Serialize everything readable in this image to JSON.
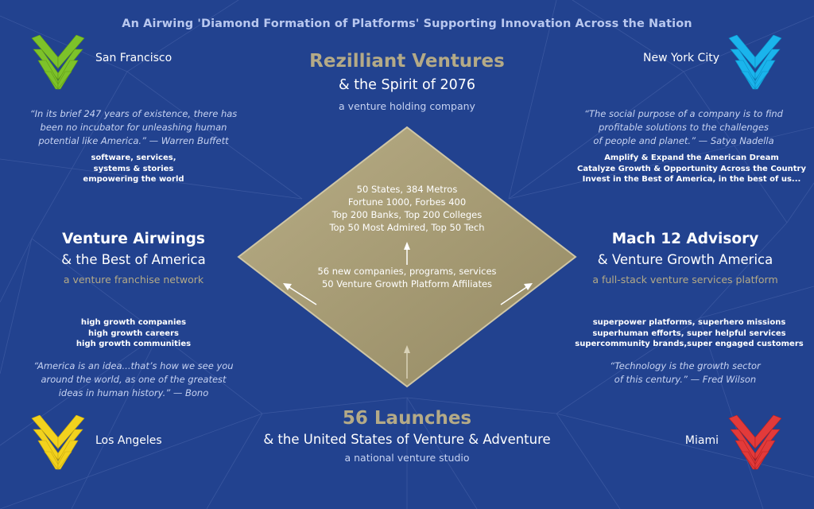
{
  "tagline": "An Airwing 'Diamond Formation of Platforms' Supporting Innovation Across the Nation",
  "top": {
    "title": "Rezilliant Ventures",
    "subtitle": "& the Spirit of 2076",
    "description": "a venture holding company"
  },
  "left": {
    "title": "Venture Airwings",
    "subtitle": "& the Best of America",
    "description": "a venture franchise network"
  },
  "right": {
    "title": "Mach 12 Advisory",
    "subtitle": "& Venture Growth America",
    "description": "a full-stack venture services platform"
  },
  "bottom": {
    "title": "56 Launches",
    "subtitle": "& the United States of Venture & Adventure",
    "description": "a national venture studio"
  },
  "cities": {
    "sf": "San Francisco",
    "nyc": "New York City",
    "la": "Los Angeles",
    "miami": "Miami"
  },
  "quotes": {
    "buffett": [
      "“In its brief 247 years of existence, there has",
      "been no incubator for unleashing human",
      "potential like America.” — Warren Buffett"
    ],
    "nadella": [
      "“The social purpose of a company is to find",
      "profitable solutions to the challenges",
      "of people and planet.” — Satya Nadella"
    ],
    "bono": [
      "“America is an idea...that’s how we see you",
      "around the world, as one of the greatest",
      "ideas in human history.” — Bono"
    ],
    "wilson": [
      "“Technology is the growth sector",
      "of this century.” — Fred Wilson"
    ]
  },
  "notes": {
    "software": [
      "software, services,",
      "systems & stories",
      "empowering the world"
    ],
    "american_dream": [
      "Amplify & Expand the American Dream",
      "Catalyze Growth & Opportunity Across the Country",
      "Invest in the Best of America, in the best of us..."
    ],
    "high_growth": [
      "high growth companies",
      "high growth careers",
      "high growth communities"
    ],
    "superpower": [
      "superpower platforms, superhero missions",
      "superhuman efforts, super helpful services",
      "supercommunity brands,super engaged customers"
    ]
  },
  "diamond": {
    "upper": [
      "50 States, 384 Metros",
      "Fortune 1000, Forbes 400",
      "Top 200 Banks, Top 200 Colleges",
      "Top 50 Most Admired, Top 50 Tech"
    ],
    "lower": [
      "56 new companies, programs, services",
      "50 Venture Growth Platform Affiliates"
    ]
  },
  "colors": {
    "background": "#22428f",
    "gold": "#b4aa87",
    "diamond_fill": "#a89e79",
    "logo_green": "#7dc22a",
    "logo_cyan": "#1ab4ec",
    "logo_yellow": "#f2d21e",
    "logo_red": "#e23a3a"
  },
  "icons": [
    "airwing-logo-icon",
    "arrow-up-icon",
    "arrow-up-left-icon",
    "arrow-up-right-icon"
  ]
}
